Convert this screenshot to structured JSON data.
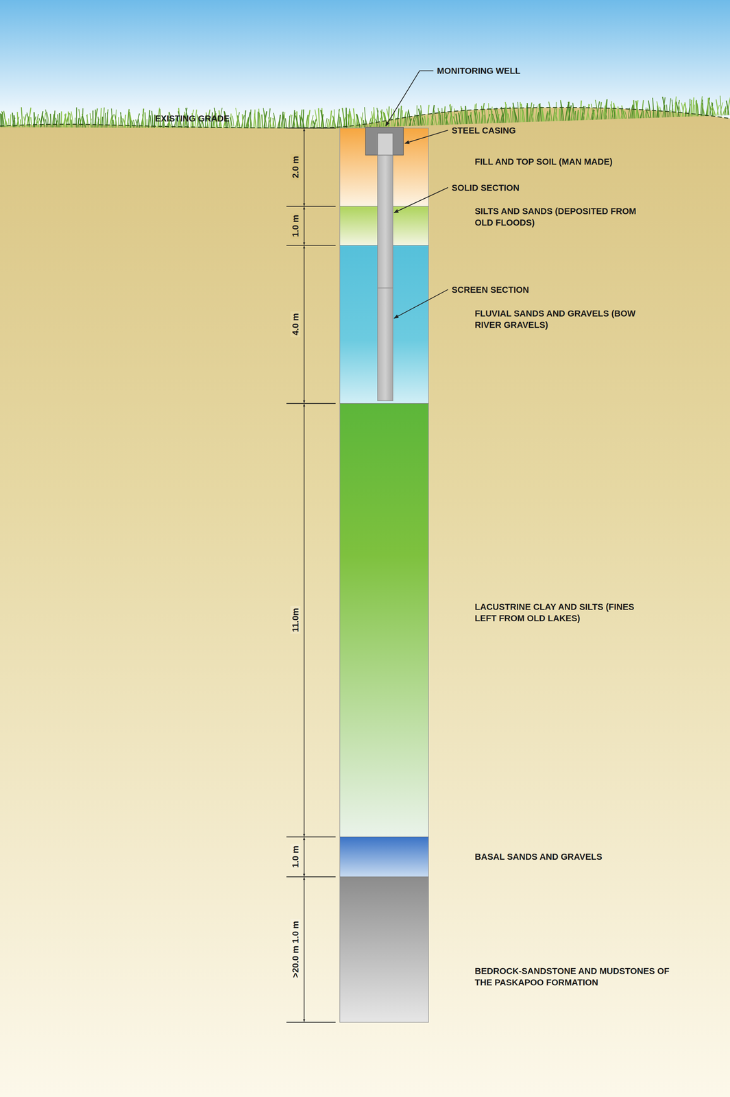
{
  "diagram": {
    "labels": [
      "MONITORING WELL",
      "EXISTING GRADE",
      "STEEL CASING",
      "FILL AND TOP SOIL (MAN MADE)",
      "SOLID SECTION",
      "SILTS AND SANDS (DEPOSITED FROM OLD FLOODS)",
      "SCREEN SECTION",
      "FLUVIAL SANDS AND GRAVELS (BOW RIVER GRAVELS)",
      "LACUSTRINE CLAY AND SILTS (FINES LEFT FROM OLD LAKES)",
      "BASAL SANDS AND GRAVELS",
      "BEDROCK-SANDSTONE AND MUDSTONES OF THE PASKAPOO FORMATION",
      "2.0 m",
      "1.0 m",
      "4.0 m",
      "11.0m",
      "1.0 m",
      ">20.0 m 1.0 m"
    ]
  }
}
